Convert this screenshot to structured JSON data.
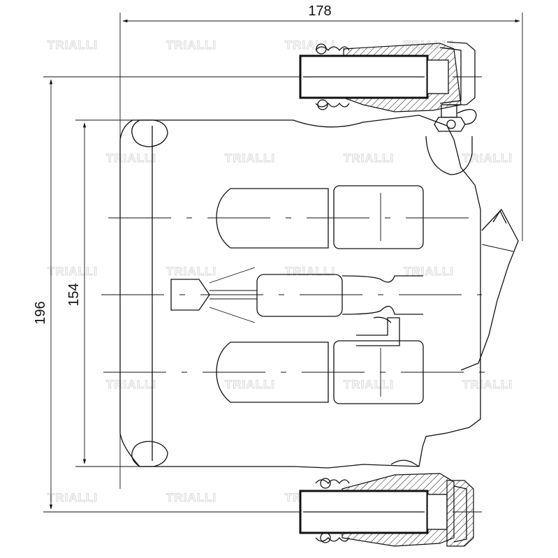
{
  "drawing": {
    "watermark": "TRIALLI",
    "dimensions": {
      "overall_width": "178",
      "overall_height": "196",
      "bracket_height": "154"
    }
  }
}
